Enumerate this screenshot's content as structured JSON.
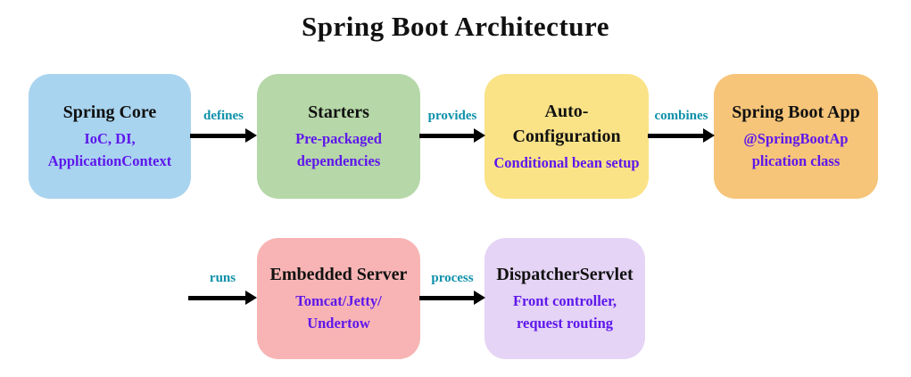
{
  "title": "Spring Boot Architecture",
  "palette": {
    "background": "#FFFFFF",
    "node_title_color": "#111111",
    "node_subtitle_color": "#5E17EB",
    "connector_label_color": "#0E90AA",
    "arrow_color": "#000000"
  },
  "diagram": {
    "nodes": [
      {
        "id": "spring-core",
        "title_lines": [
          "Spring Core"
        ],
        "subtitle_lines": [
          "IoC, DI,",
          "ApplicationContext"
        ],
        "color": "#A9D4F0"
      },
      {
        "id": "starters",
        "title_lines": [
          "Starters"
        ],
        "subtitle_lines": [
          "Pre-packaged",
          "dependencies"
        ],
        "color": "#B6D7A8"
      },
      {
        "id": "auto-configuration",
        "title_lines": [
          "Auto-",
          "Configuration"
        ],
        "subtitle_lines": [
          "Conditional bean setup"
        ],
        "color": "#FAE387"
      },
      {
        "id": "spring-boot-app",
        "title_lines": [
          "Spring Boot App"
        ],
        "subtitle_lines": [
          "@SpringBootAp",
          "plication class"
        ],
        "color": "#F6C579"
      },
      {
        "id": "embedded-server",
        "title_lines": [
          "Embedded Server"
        ],
        "subtitle_lines": [
          "Tomcat/Jetty/",
          "Undertow"
        ],
        "color": "#F8B4B4"
      },
      {
        "id": "dispatcher-servlet",
        "title_lines": [
          "DispatcherServlet"
        ],
        "subtitle_lines": [
          "Front controller,",
          "request routing"
        ],
        "color": "#E5D4F5"
      }
    ],
    "connectors": [
      {
        "label": "defines",
        "from": "spring-core",
        "to": "starters"
      },
      {
        "label": "provides",
        "from": "starters",
        "to": "auto-configuration"
      },
      {
        "label": "combines",
        "from": "auto-configuration",
        "to": "spring-boot-app"
      },
      {
        "label": "runs",
        "to": "embedded-server"
      },
      {
        "label": "process",
        "from": "embedded-server",
        "to": "dispatcher-servlet"
      }
    ]
  }
}
